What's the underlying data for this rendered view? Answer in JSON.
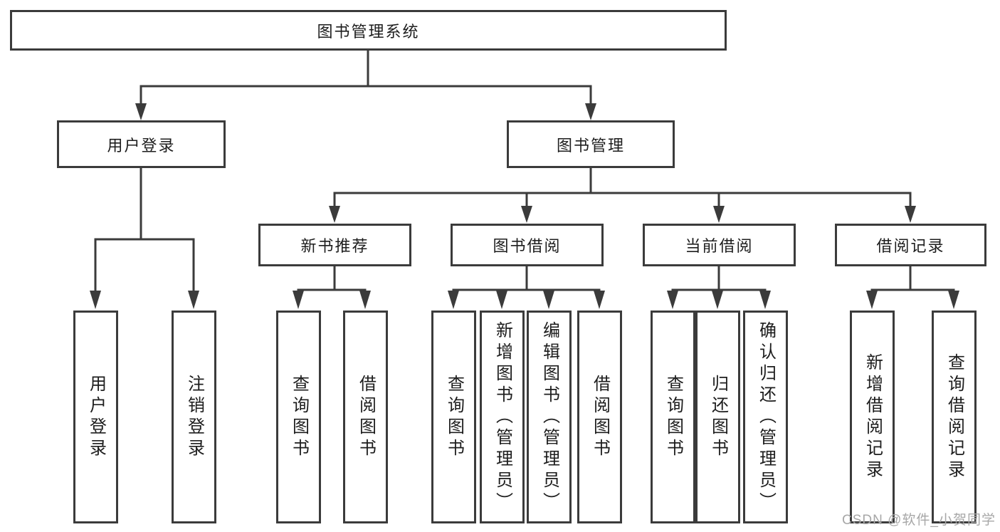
{
  "diagram": {
    "tree": {
      "label": "图书管理系统",
      "children": [
        {
          "label": "用户登录",
          "children": [
            {
              "label": "用户登录"
            },
            {
              "label": "注销登录"
            }
          ]
        },
        {
          "label": "图书管理",
          "children": [
            {
              "label": "新书推荐",
              "children": [
                {
                  "label": "查询图书"
                },
                {
                  "label": "借阅图书"
                }
              ]
            },
            {
              "label": "图书借阅",
              "children": [
                {
                  "label": "查询图书"
                },
                {
                  "label": "新增图书（管理员）"
                },
                {
                  "label": "编辑图书（管理员）"
                },
                {
                  "label": "借阅图书"
                }
              ]
            },
            {
              "label": "当前借阅",
              "children": [
                {
                  "label": "查询图书"
                },
                {
                  "label": "归还图书"
                },
                {
                  "label": "确认归还（管理员）"
                }
              ]
            },
            {
              "label": "借阅记录",
              "children": [
                {
                  "label": "新增借阅记录"
                },
                {
                  "label": "查询借阅记录"
                }
              ]
            }
          ]
        }
      ]
    },
    "watermark": "CSDN @软件_小贺同学",
    "colors": {
      "line": "#3b3b3b",
      "text": "#1d1d1d",
      "watermark": "#a7a7a7",
      "background": "#ffffff"
    }
  }
}
